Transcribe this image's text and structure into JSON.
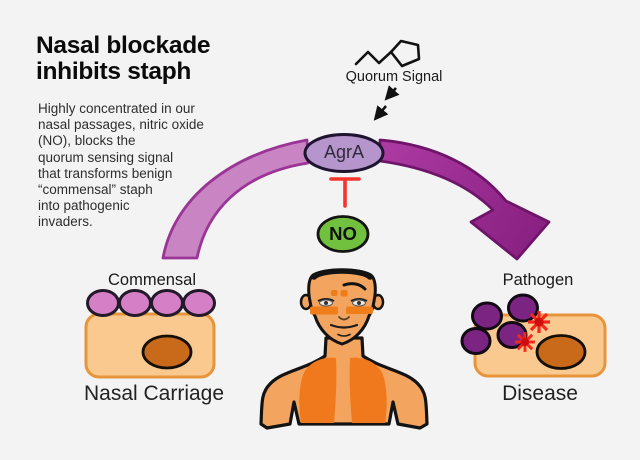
{
  "header": {
    "title": "Nasal blockade\ninhibits staph",
    "description": "Highly concentrated in our\nnasal passages, nitric oxide\n(NO), blocks the\nquorum sensing signal\nthat transforms benign\n“commensal” staph\ninto pathogenic\ninvaders."
  },
  "diagram": {
    "quorum_signal_label": "Quorum Signal",
    "agra_label": "AgrA",
    "no_label": "NO",
    "left_state_label": "Commensal",
    "right_state_label": "Pathogen",
    "left_caption": "Nasal Carriage",
    "right_caption": "Disease"
  },
  "icons": {
    "quorum_molecule": "molecule-structure",
    "signal_arrows": "dashed-down-left-arrows",
    "inhibition": "red-t-bar-inhibitor",
    "transformation": "curved-purple-arrow"
  },
  "colors": {
    "background": "#f3f3f4",
    "arrow_left_fill": "#c984c4",
    "arrow_left_stroke": "#9a3595",
    "arrow_right_fill": "#992b91",
    "arrow_right_stroke": "#6e1569",
    "agra_fill": "#b695cc",
    "no_fill": "#72c13e",
    "inhibition_red": "#f5342c",
    "cell_fill": "#f9c98f",
    "cell_stroke": "#e6953b",
    "nucleus_fill": "#c96a1a",
    "commensal_cocci": "#d47fc6",
    "pathogen_cocci": "#7c2482",
    "damage_star": "#f5271c",
    "skin": "#f3a55f",
    "lungs": "#f1791d"
  }
}
